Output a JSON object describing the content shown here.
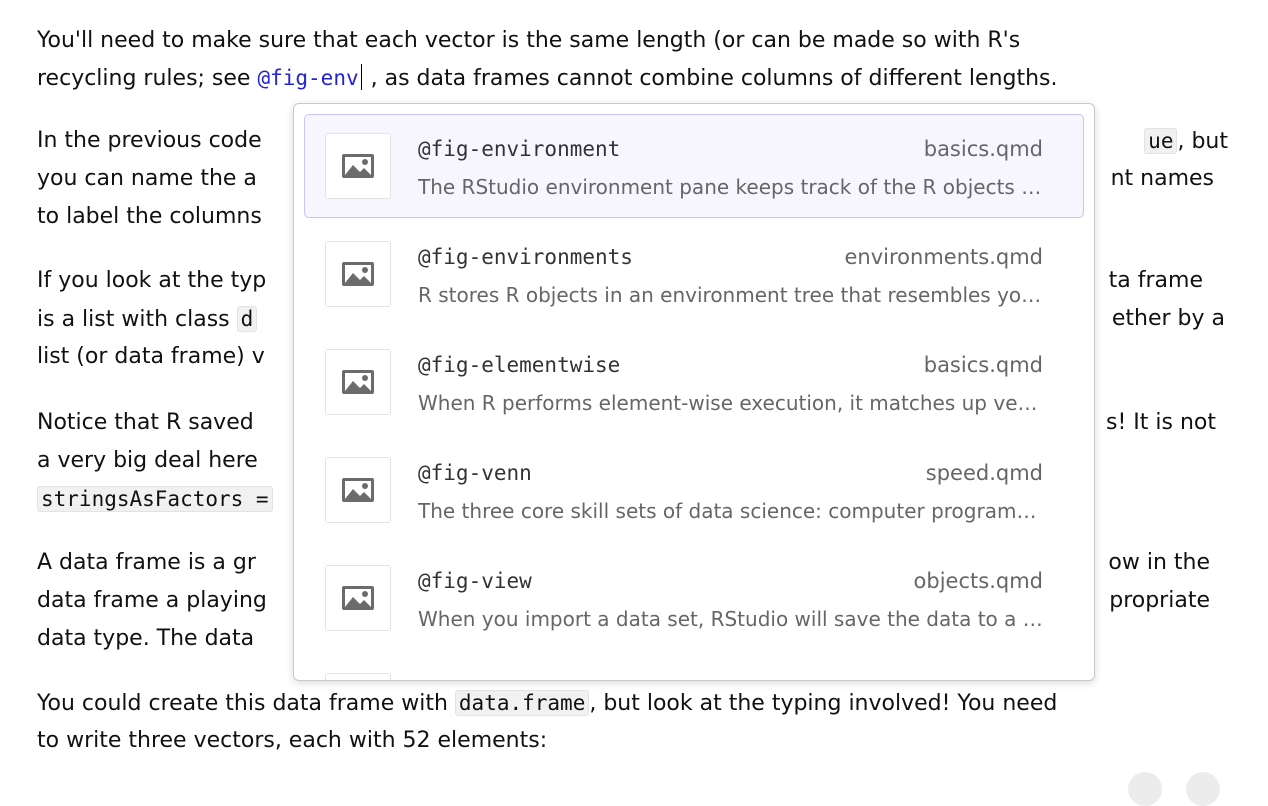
{
  "paragraphs": {
    "p1": {
      "l1": "You'll need to make sure that each vector is the same length (or can be made so with R's",
      "l2a": "recycling rules; see ",
      "l2link": "@fig-env",
      "l2b": " , as data frames cannot combine columns of different lengths."
    },
    "p2": {
      "l1a": "In the previous code",
      "l1code": "ue",
      "l1b": ", but",
      "l2a": "you can name the a",
      "l2b": "nt names",
      "l3a": "to label the columns"
    },
    "p3": {
      "l1a": "If you look at the typ",
      "l1b": "ta frame",
      "l2a": "is a list with class ",
      "l2code": "d",
      "l2b": "ether by a",
      "l3a": "list (or data frame) v"
    },
    "p4": {
      "l1a": "Notice that R saved",
      "l1b": "s! It is not",
      "l2a": "a very big deal here",
      "l3code": "stringsAsFactors ="
    },
    "p5": {
      "l1a": "A data frame is a gr",
      "l1b": "ow in the",
      "l2a": "data frame a playing",
      "l2b": "propriate",
      "l3a": "data type. The data"
    },
    "p6": {
      "l1a": "You could create this data frame with ",
      "l1code": "data.frame",
      "l1b": ", but look at the typing involved! You need",
      "l2": "to write three vectors, each with 52 elements:"
    }
  },
  "autocomplete": {
    "items": [
      {
        "label": "@fig-environment",
        "file": "basics.qmd",
        "description": "The RStudio environment pane keeps track of the R objects you create",
        "icon": "image-icon",
        "selected": true
      },
      {
        "label": "@fig-environments",
        "file": "environments.qmd",
        "description": "R stores R objects in an environment tree that resembles your computer's folder",
        "icon": "image-icon"
      },
      {
        "label": "@fig-elementwise",
        "file": "basics.qmd",
        "description": "When R performs element-wise execution, it matches up vectors",
        "icon": "image-icon"
      },
      {
        "label": "@fig-venn",
        "file": "speed.qmd",
        "description": "The three core skill sets of data science: computer programming, math",
        "icon": "image-icon"
      },
      {
        "label": "@fig-view",
        "file": "objects.qmd",
        "description": "When you import a data set, RStudio will save the data to a data frame",
        "icon": "image-icon"
      }
    ]
  }
}
